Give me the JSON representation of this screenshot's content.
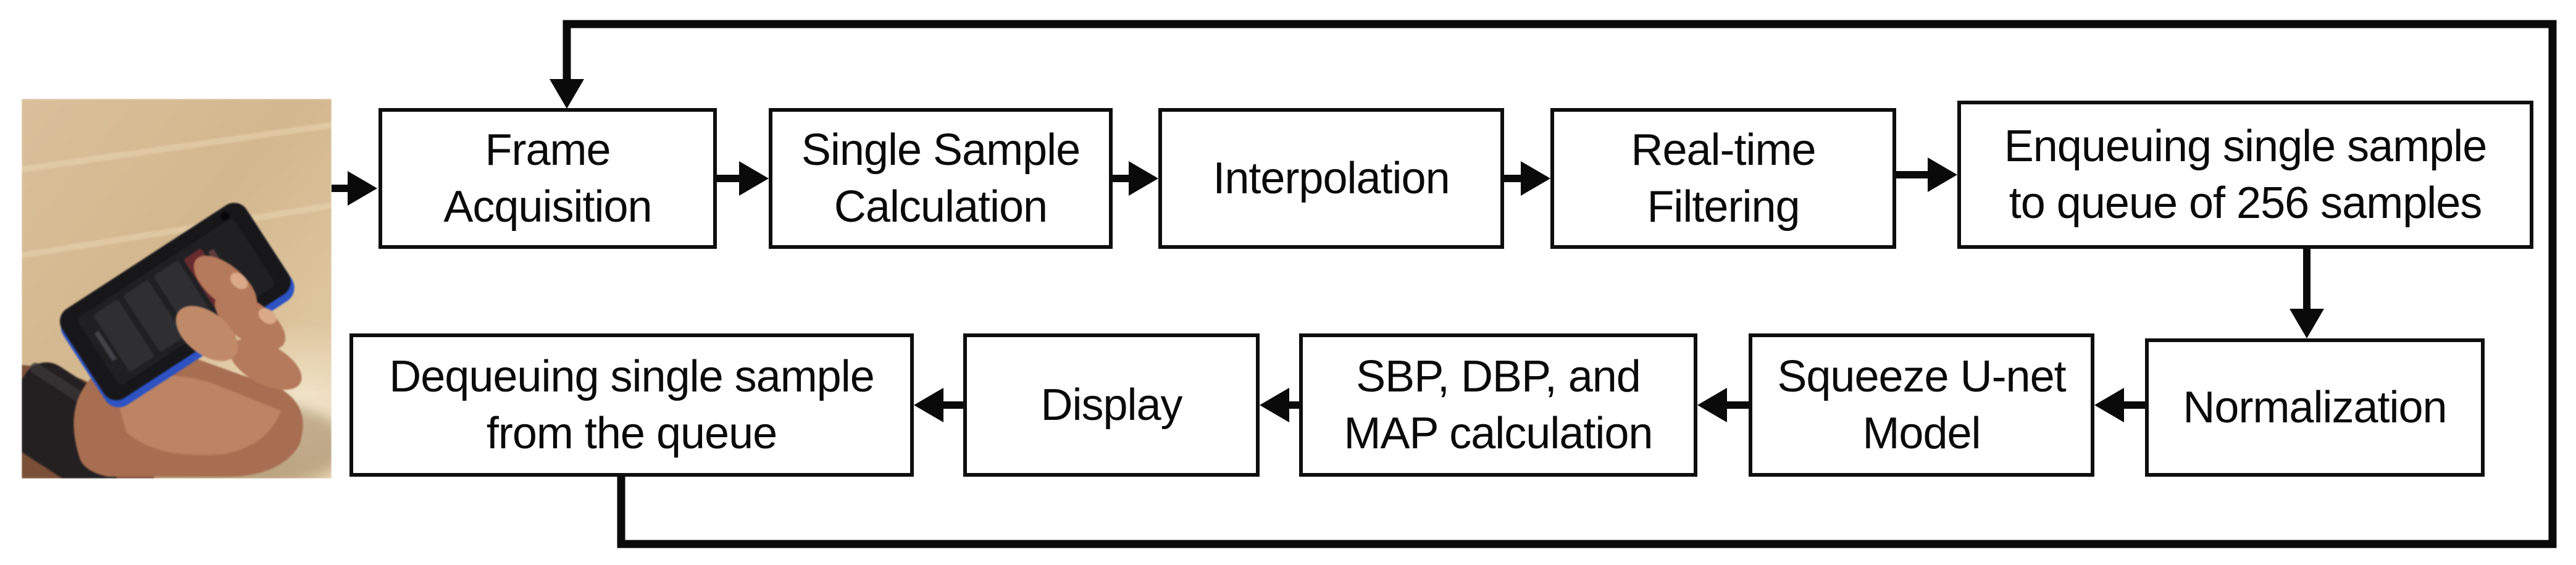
{
  "diagram": {
    "type": "flowchart",
    "background": "#ffffff",
    "colors": {
      "box_border": "#0e0e0e",
      "arrow": "#0a0a0a",
      "text": "#0a0a0a"
    },
    "photo": {
      "alt": "Photograph of a left hand holding a smartphone (black with blue edge, dark screen with red banner) above a light wooden desk"
    },
    "nodes": [
      {
        "id": "frame_acquisition",
        "label": "Frame\nAcquisition"
      },
      {
        "id": "single_sample",
        "label": "Single Sample\nCalculation"
      },
      {
        "id": "interpolation",
        "label": "Interpolation"
      },
      {
        "id": "realtime_filtering",
        "label": "Real-time\nFiltering"
      },
      {
        "id": "enqueuing",
        "label": "Enqueuing single sample\nto queue of 256 samples"
      },
      {
        "id": "normalization",
        "label": "Normalization"
      },
      {
        "id": "squeeze_unet",
        "label": "Squeeze U-net\nModel"
      },
      {
        "id": "sbp_dbp_map",
        "label": "SBP, DBP, and\nMAP calculation"
      },
      {
        "id": "display",
        "label": "Display"
      },
      {
        "id": "dequeuing",
        "label": "Dequeuing single sample\nfrom the queue"
      }
    ],
    "edges": [
      {
        "from": "phone_photo",
        "to": "frame_acquisition"
      },
      {
        "from": "frame_acquisition",
        "to": "single_sample"
      },
      {
        "from": "single_sample",
        "to": "interpolation"
      },
      {
        "from": "interpolation",
        "to": "realtime_filtering"
      },
      {
        "from": "realtime_filtering",
        "to": "enqueuing"
      },
      {
        "from": "enqueuing",
        "to": "normalization"
      },
      {
        "from": "normalization",
        "to": "squeeze_unet"
      },
      {
        "from": "squeeze_unet",
        "to": "sbp_dbp_map"
      },
      {
        "from": "sbp_dbp_map",
        "to": "display"
      },
      {
        "from": "display",
        "to": "dequeuing"
      },
      {
        "from": "dequeuing",
        "to": "frame_acquisition",
        "kind": "feedback-loop"
      }
    ]
  }
}
